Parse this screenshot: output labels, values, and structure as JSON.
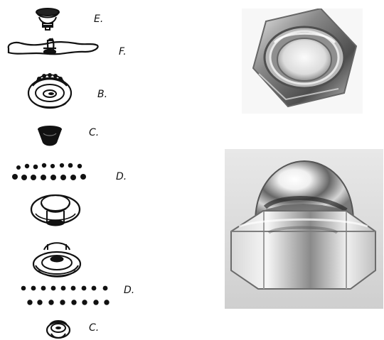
{
  "labels": {
    "e": "E.",
    "f": "F.",
    "b": "B.",
    "c_top": "C.",
    "d_top": "D.",
    "d_bottom": "D.",
    "c_bottom": "C."
  },
  "colors": {
    "ink": "#111111",
    "paper": "#ffffff",
    "chrome_dark": "#5e5e5e",
    "chrome_mid": "#9a9a9a",
    "chrome_light": "#e8e8e8",
    "photo_bg_top": "#f7f7f7",
    "photo_bg_bottom": "#d8d8d8"
  }
}
